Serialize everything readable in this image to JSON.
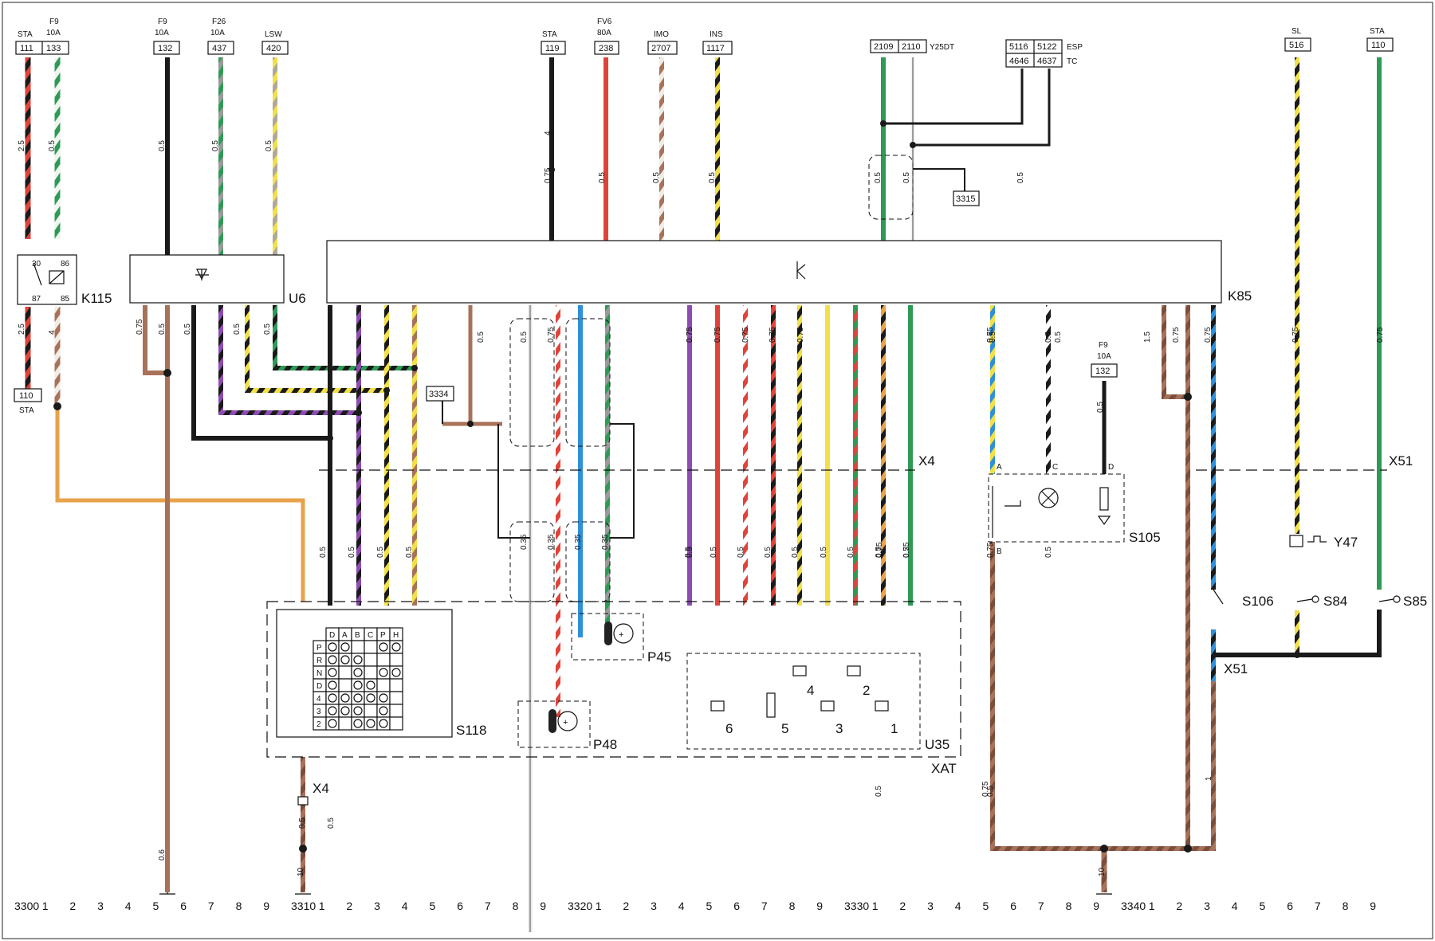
{
  "top_connectors": {
    "c1": {
      "name": "STA",
      "pins": [
        "111",
        "133"
      ],
      "fuse_name": "F9",
      "fuse_rating": "10A"
    },
    "c2": {
      "fuse_name": "F9",
      "fuse_rating": "10A",
      "pin": "132"
    },
    "c3": {
      "fuse_name": "F26",
      "fuse_rating": "10A",
      "pin": "437"
    },
    "c4": {
      "name": "LSW",
      "pin": "420"
    },
    "c5": {
      "name": "STA",
      "pin": "119"
    },
    "c6": {
      "fuse_name": "FV6",
      "fuse_rating": "80A",
      "pin": "238"
    },
    "c7": {
      "name": "IMO",
      "pin": "2707"
    },
    "c8": {
      "name": "INS",
      "pin": "1117"
    },
    "c9": {
      "pins": [
        "2109",
        "2110"
      ],
      "label": "Y25DT"
    },
    "c10": {
      "pins": [
        "5116",
        "5122",
        "4646",
        "4637"
      ],
      "labels": [
        "ESP",
        "TC"
      ]
    },
    "c11": {
      "name": "SL",
      "pin": "516"
    },
    "c12": {
      "name": "STA",
      "pin": "110"
    },
    "c13": {
      "fuse_name": "F9",
      "fuse_rating": "10A",
      "pin": "132"
    },
    "ref_3315": "3315",
    "ref_3334": "3334",
    "sta_110": {
      "pin": "110",
      "name": "STA"
    }
  },
  "components": {
    "K115": "K115",
    "U6": "U6",
    "K85": "K85",
    "X4": "X4",
    "X51": "X51",
    "S105": "S105",
    "S106": "S106",
    "S84": "S84",
    "S85": "S85",
    "Y47": "Y47",
    "S118": "S118",
    "P45": "P45",
    "P48": "P48",
    "U35": "U35",
    "XAT": "XAT"
  },
  "k115_pins": [
    "30",
    "86",
    "87",
    "85"
  ],
  "u35_valves": [
    "6",
    "5",
    "3",
    "4",
    "2",
    "1"
  ],
  "s105_pins": [
    "A",
    "C",
    "D",
    "B"
  ],
  "wire_sizes": [
    "2.5",
    "0.5",
    "0.5",
    "0.5",
    "0.5",
    "4",
    "0.75",
    "0.5",
    "0.5",
    "0.5",
    "0.5",
    "0.5",
    "0.75",
    "0.5",
    "0.5",
    "0.5",
    "0.5",
    "0.5",
    "0.5",
    "0.75",
    "0.75",
    "0.75",
    "0.75",
    "0.75",
    "0.75",
    "1.5",
    "0.75",
    "0.75",
    "0.75",
    "0.75",
    "0.5",
    "0.5",
    "0.35",
    "0.35",
    "0.35",
    "0.35",
    "2.5",
    "4",
    "0.5",
    "0.5",
    "0.5",
    "0.5",
    "0.5",
    "0.5",
    "0.5",
    "0.5",
    "0.5",
    "0.5",
    "0.75",
    "0.75",
    "0.5",
    "0.5",
    "0.5",
    "0.5",
    "0.5",
    "0.5",
    "0.5",
    "0.75",
    "0.5",
    "0.6",
    "0.5",
    "0.5",
    "10",
    "10",
    "0.75",
    "1",
    "0.5",
    "0.5",
    "0.5",
    "0.75",
    "0.75"
  ],
  "switch_table": {
    "headers": [
      "D",
      "A",
      "B",
      "C",
      "P",
      "H"
    ],
    "rows": [
      {
        "label": "P",
        "cells": [
          1,
          1,
          0,
          0,
          1,
          1
        ]
      },
      {
        "label": "R",
        "cells": [
          1,
          1,
          1,
          0,
          0,
          0
        ]
      },
      {
        "label": "N",
        "cells": [
          1,
          0,
          1,
          0,
          1,
          1
        ]
      },
      {
        "label": "D",
        "cells": [
          1,
          0,
          1,
          1,
          0,
          0
        ]
      },
      {
        "label": "4",
        "cells": [
          1,
          1,
          1,
          1,
          1,
          0
        ]
      },
      {
        "label": "3",
        "cells": [
          1,
          1,
          1,
          0,
          1,
          0
        ]
      },
      {
        "label": "2",
        "cells": [
          1,
          0,
          1,
          1,
          1,
          0
        ]
      }
    ]
  },
  "grid_labels": [
    "3300",
    "1",
    "2",
    "3",
    "4",
    "5",
    "6",
    "7",
    "8",
    "9",
    "3310",
    "1",
    "2",
    "3",
    "4",
    "5",
    "6",
    "7",
    "8",
    "9",
    "3320",
    "1",
    "2",
    "3",
    "4",
    "5",
    "6",
    "7",
    "8",
    "9",
    "3330",
    "1",
    "2",
    "3",
    "4",
    "5",
    "6",
    "7",
    "8",
    "9",
    "3340",
    "1",
    "2",
    "3",
    "4",
    "5",
    "6",
    "7",
    "8",
    "9"
  ],
  "colors": {
    "brown": "#a8725a",
    "black": "#1a1a1a",
    "red": "#e0433a",
    "yellow": "#f2e04a",
    "green": "#2e9a55",
    "blue": "#2f8fd8",
    "violet": "#8e4cb3",
    "orange": "#e8a24a",
    "grey": "#9a9a9a",
    "white": "#f2f2f2"
  }
}
